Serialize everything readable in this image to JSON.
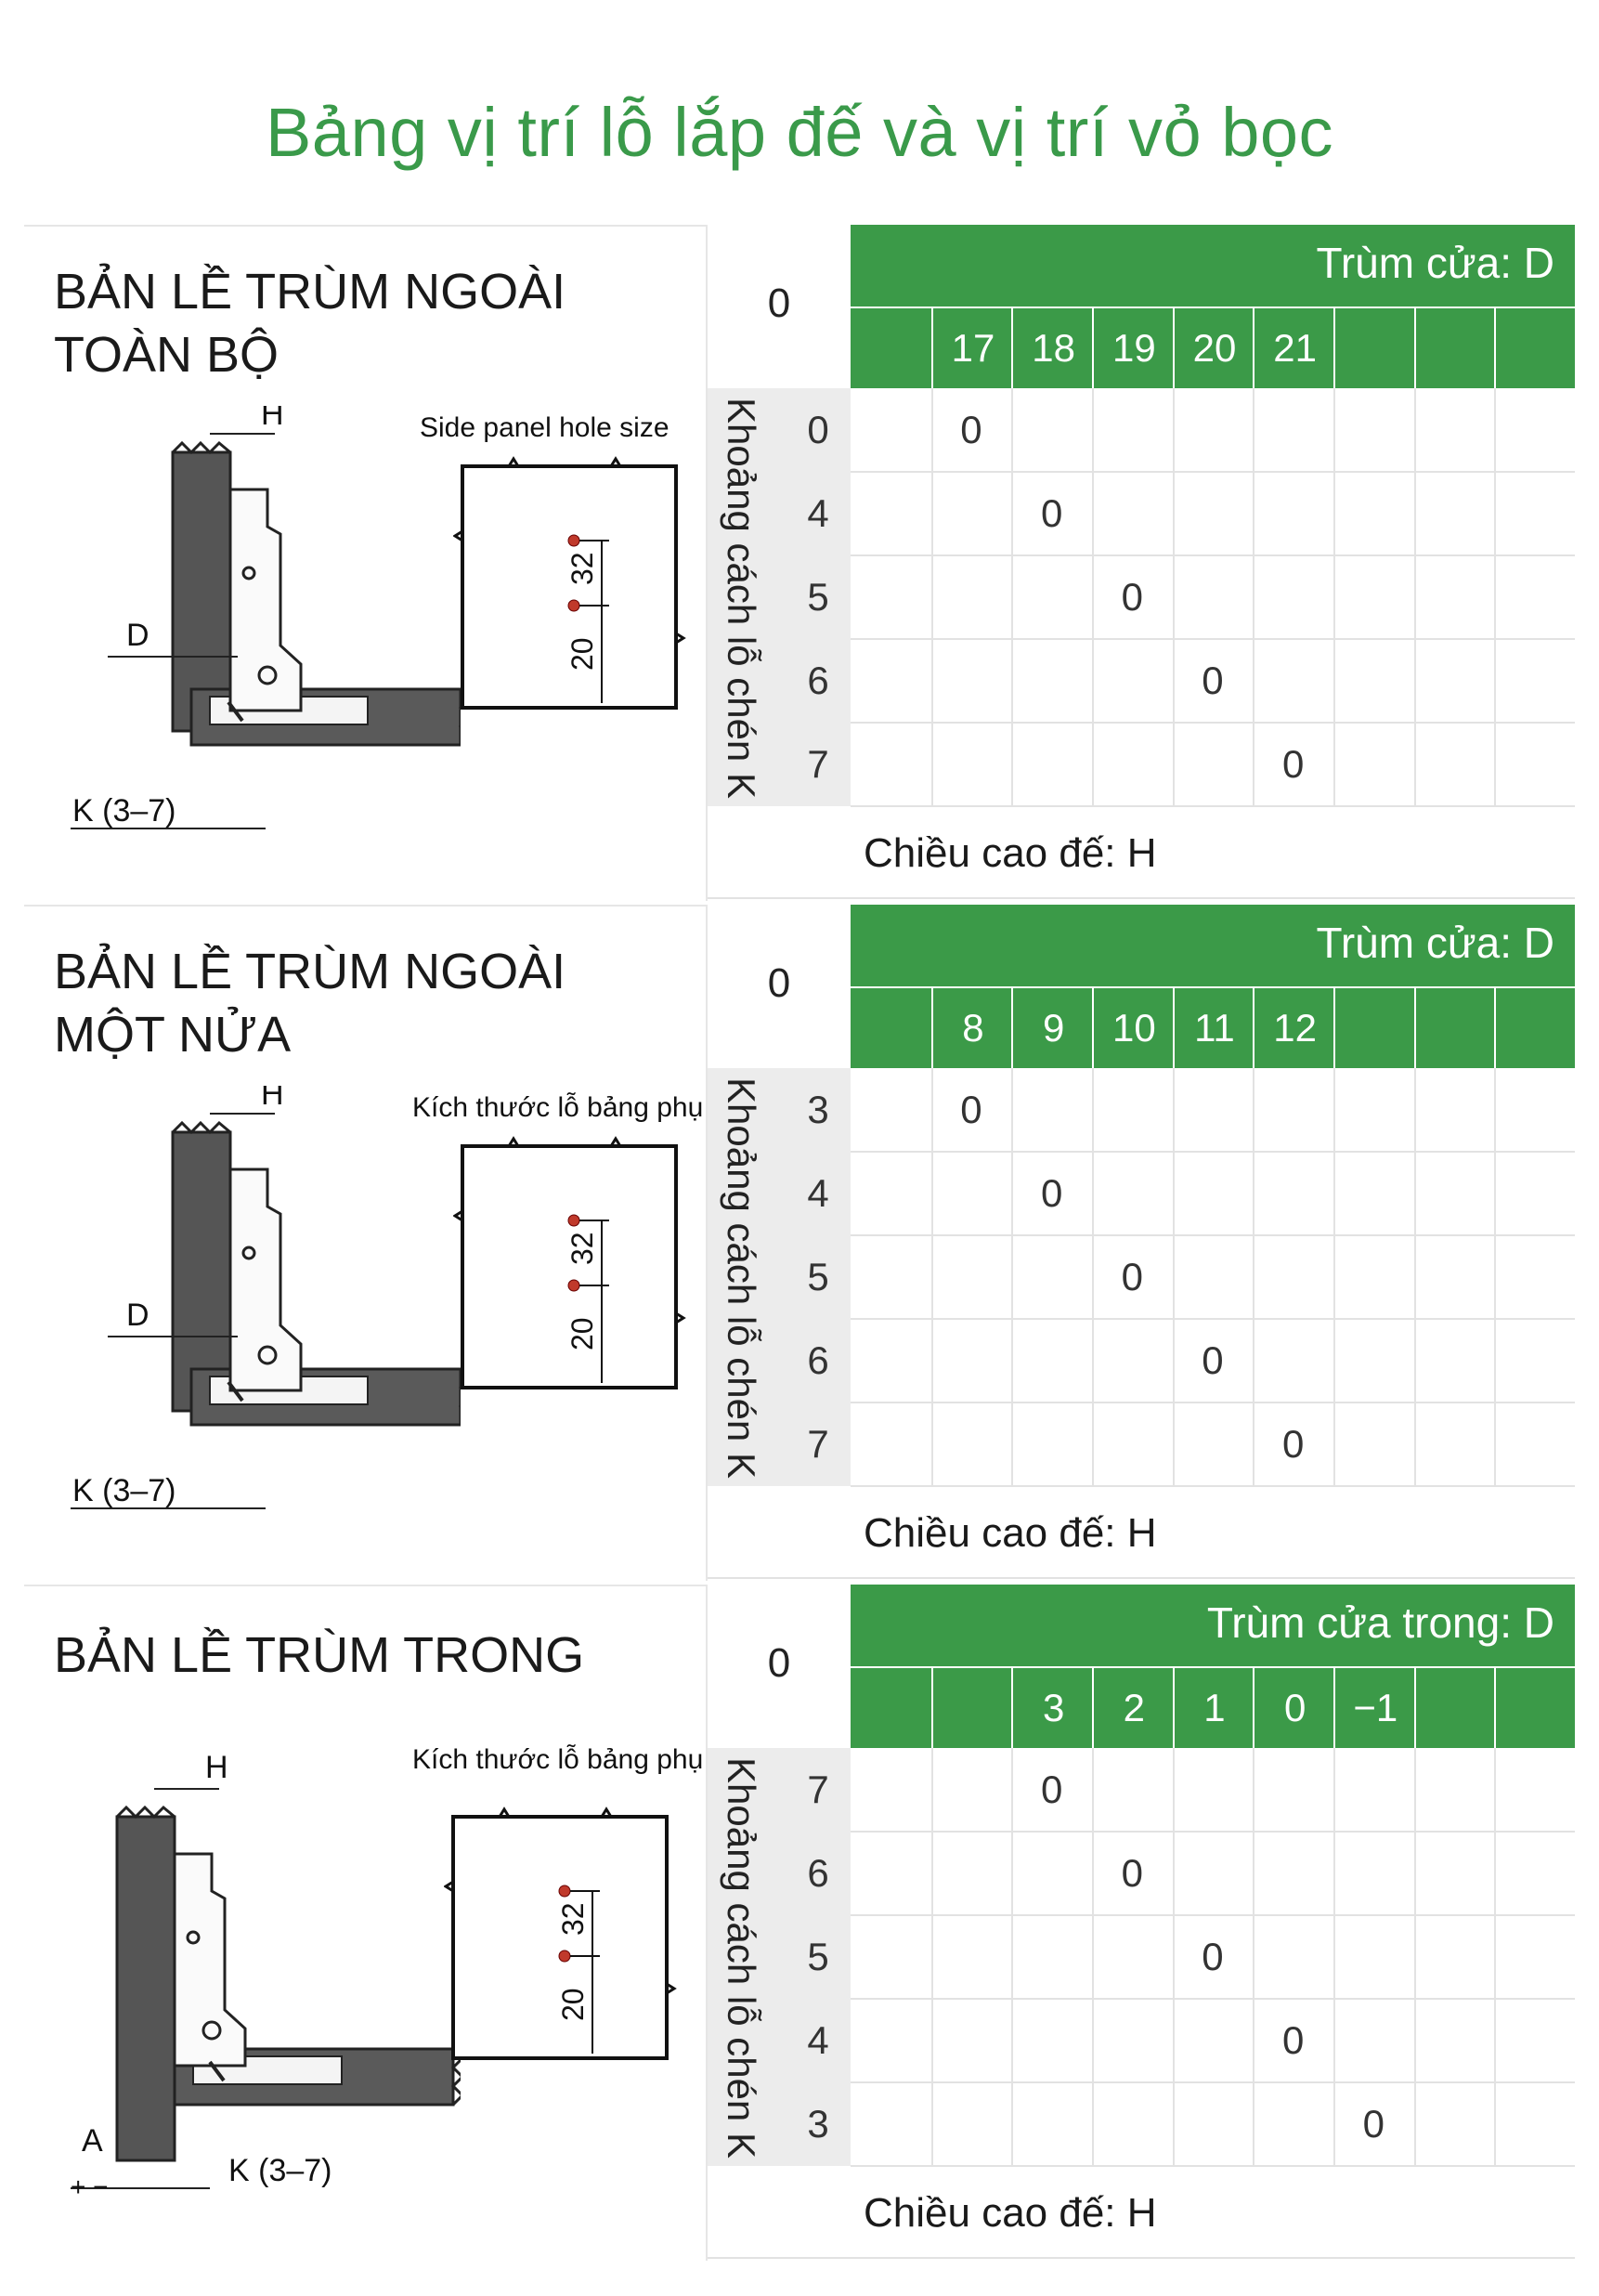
{
  "page_title": "Bảng vị trí lỗ lắp đế và vị trí vỏ bọc",
  "sections": [
    {
      "heading": "BẢN LỀ TRÙM NGOÀI\nTOÀN BỘ",
      "panel_caption": "Side panel hole size",
      "labels": {
        "h": "H",
        "d": "D",
        "k": "K (3–7)",
        "a": "",
        "pm": "",
        "dim32": "32",
        "dim20": "20"
      },
      "corner": "0",
      "head_title": "Trùm cửa: D",
      "head_cols": [
        "",
        "17",
        "18",
        "19",
        "20",
        "21",
        "",
        "",
        ""
      ],
      "side_label": "Khoảng cách lỗ chén K",
      "rows": [
        {
          "k": "0",
          "zero_col": 1
        },
        {
          "k": "4",
          "zero_col": 2
        },
        {
          "k": "5",
          "zero_col": 3
        },
        {
          "k": "6",
          "zero_col": 4
        },
        {
          "k": "7",
          "zero_col": 5
        }
      ],
      "cell_value": "0",
      "footer": "Chiều cao đế: H"
    },
    {
      "heading": "BẢN LỀ TRÙM NGOÀI\nMỘT NỬA",
      "panel_caption": "Kích thước lỗ bảng phụ",
      "labels": {
        "h": "H",
        "d": "D",
        "k": "K (3–7)",
        "a": "",
        "pm": "",
        "dim32": "32",
        "dim20": "20"
      },
      "corner": "0",
      "head_title": "Trùm cửa: D",
      "head_cols": [
        "",
        "8",
        "9",
        "10",
        "11",
        "12",
        "",
        "",
        ""
      ],
      "side_label": "Khoảng cách lỗ chén K",
      "rows": [
        {
          "k": "3",
          "zero_col": 1
        },
        {
          "k": "4",
          "zero_col": 2
        },
        {
          "k": "5",
          "zero_col": 3
        },
        {
          "k": "6",
          "zero_col": 4
        },
        {
          "k": "7",
          "zero_col": 5
        }
      ],
      "cell_value": "0",
      "footer": "Chiều cao đế: H"
    },
    {
      "heading": "BẢN LỀ TRÙM TRONG",
      "panel_caption": "Kích thước lỗ bảng phụ",
      "labels": {
        "h": "H",
        "d": "",
        "k": "K (3–7)",
        "a": "A",
        "pm": "+ −",
        "dim32": "32",
        "dim20": "20"
      },
      "corner": "0",
      "head_title": "Trùm cửa trong: D",
      "head_cols": [
        "",
        "",
        "3",
        "2",
        "1",
        "0",
        "−1",
        "",
        ""
      ],
      "side_label": "Khoảng cách lỗ chén K",
      "rows": [
        {
          "k": "7",
          "zero_col": 2
        },
        {
          "k": "6",
          "zero_col": 3
        },
        {
          "k": "5",
          "zero_col": 4
        },
        {
          "k": "4",
          "zero_col": 5
        },
        {
          "k": "3",
          "zero_col": 6
        }
      ],
      "cell_value": "0",
      "footer": "Chiều cao đế: H"
    }
  ]
}
